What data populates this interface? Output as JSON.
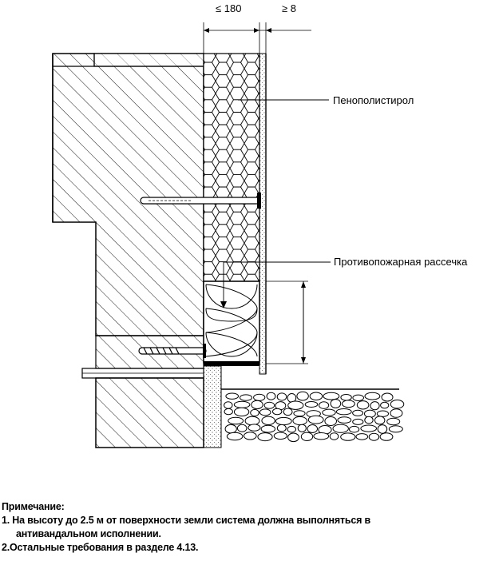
{
  "dimensions": {
    "insulation_max": "≤ 180",
    "render_min": "≥ 8"
  },
  "labels": {
    "eps": "Пенополистирол",
    "fire_break": "Противопожарная рассечка"
  },
  "note": {
    "title": "Примечание:",
    "item1_line1": "1. На высоту до 2.5 м от поверхности земли система должна выполняться в",
    "item1_line2": "антивандальном исполнении.",
    "item2": "2.Остальные требования в разделе 4.13."
  },
  "colors": {
    "ink": "#000000",
    "paper": "#ffffff",
    "stipple": "#555555"
  }
}
